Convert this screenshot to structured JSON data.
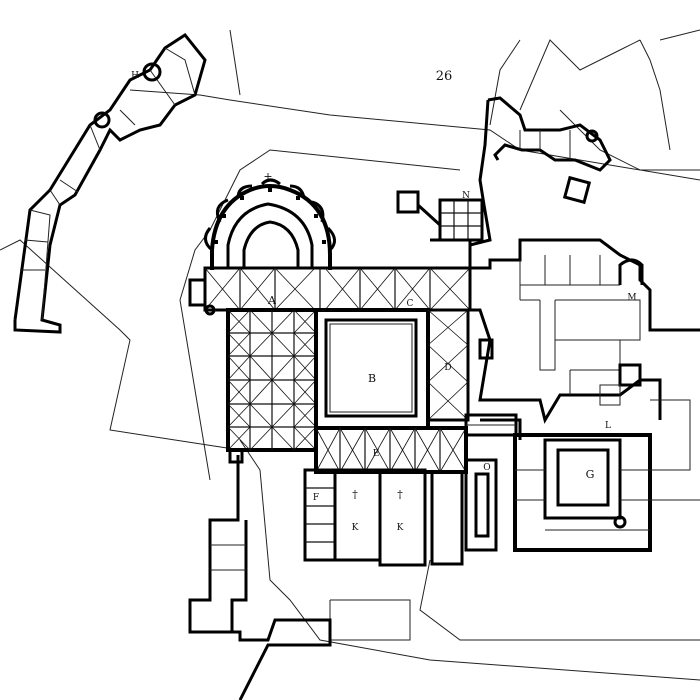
{
  "sheet_number": "26",
  "labels": {
    "A": "A",
    "B": "B",
    "C": "C",
    "D": "D",
    "E": "E",
    "F": "F",
    "G": "G",
    "H": "H",
    "K1": "K",
    "K2": "K",
    "L": "L",
    "M": "M",
    "N": "N",
    "O": "O",
    "cross1": "+",
    "cross2": "†",
    "cross3": "†"
  }
}
